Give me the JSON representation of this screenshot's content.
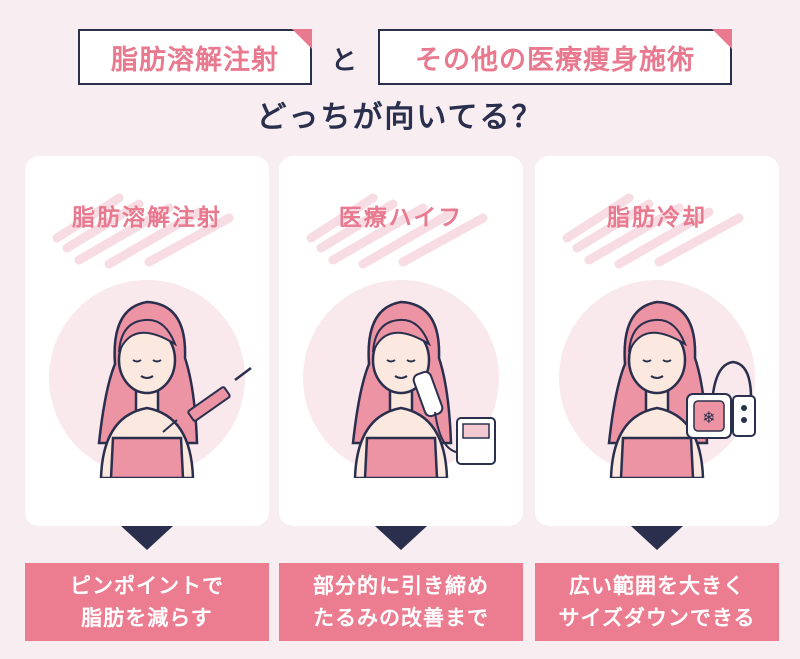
{
  "header": {
    "left_label": "脂肪溶解注射",
    "connector": "と",
    "right_label": "その他の医療痩身施術",
    "question": "どっちが向いてる？"
  },
  "cards": [
    {
      "title": "脂肪溶解注射",
      "device": "syringe-icon",
      "result_line1": "ピンポイントで",
      "result_line2": "脂肪を減らす"
    },
    {
      "title": "医療ハイフ",
      "device": "hifu-device-icon",
      "result_line1": "部分的に引き締め",
      "result_line2": "たるみの改善まで"
    },
    {
      "title": "脂肪冷却",
      "device": "fat-cooling-device-icon",
      "result_line1": "広い範囲を大きく",
      "result_line2": "サイズダウンできる"
    }
  ],
  "colors": {
    "background": "#f8edf0",
    "accent_pink": "#ec7d91",
    "navy": "#2a2f4e",
    "card": "#ffffff"
  }
}
